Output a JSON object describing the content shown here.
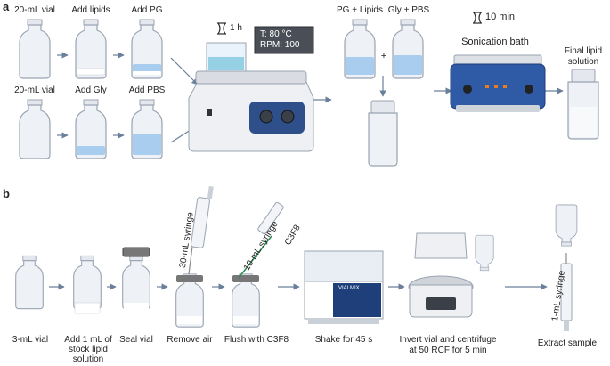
{
  "panel_a": {
    "letter": "a",
    "vial_20ml_1": "20-mL vial",
    "add_lipids": "Add lipids",
    "add_pg": "Add PG",
    "vial_20ml_2": "20-mL vial",
    "add_gly": "Add Gly",
    "add_pbs": "Add PBS",
    "heat_time": "1 h",
    "temp_display": "T: 80 °C",
    "rpm_display": "RPM: 100",
    "pg_lipids": "PG + Lipids",
    "gly_pbs": "Gly + PBS",
    "plus": "+",
    "sonication_time": "10 min",
    "sonication_bath": "Sonication bath",
    "final_line1": "Final lipid",
    "final_line2": "solution"
  },
  "panel_b": {
    "letter": "b",
    "vial_3ml": "3-mL vial",
    "add_stock_line1": "Add 1 mL of",
    "add_stock_line2": "stock lipid",
    "add_stock_line3": "solution",
    "seal_vial": "Seal vial",
    "syringe_30": "30-mL syringe",
    "remove_air": "Remove air",
    "syringe_10": "10-mL syringe",
    "c3f8_tag": "C3F8",
    "flush": "Flush with C3F8",
    "shaker_brand": "VIALMIX",
    "shake": "Shake for 45 s",
    "centrifuge_line1": "Invert vial and centrifuge",
    "centrifuge_line2": "at 50 RCF for 5 min",
    "syringe_1": "1-mL syringe",
    "extract": "Extract sample"
  },
  "colors": {
    "liquid": "#7fb3e0",
    "milky": "#ffffff",
    "device_blue": "#2f4f8a",
    "arrow": "#6a7f9a",
    "glass": "#eef1f5",
    "glass_edge": "#9aa4b2"
  }
}
